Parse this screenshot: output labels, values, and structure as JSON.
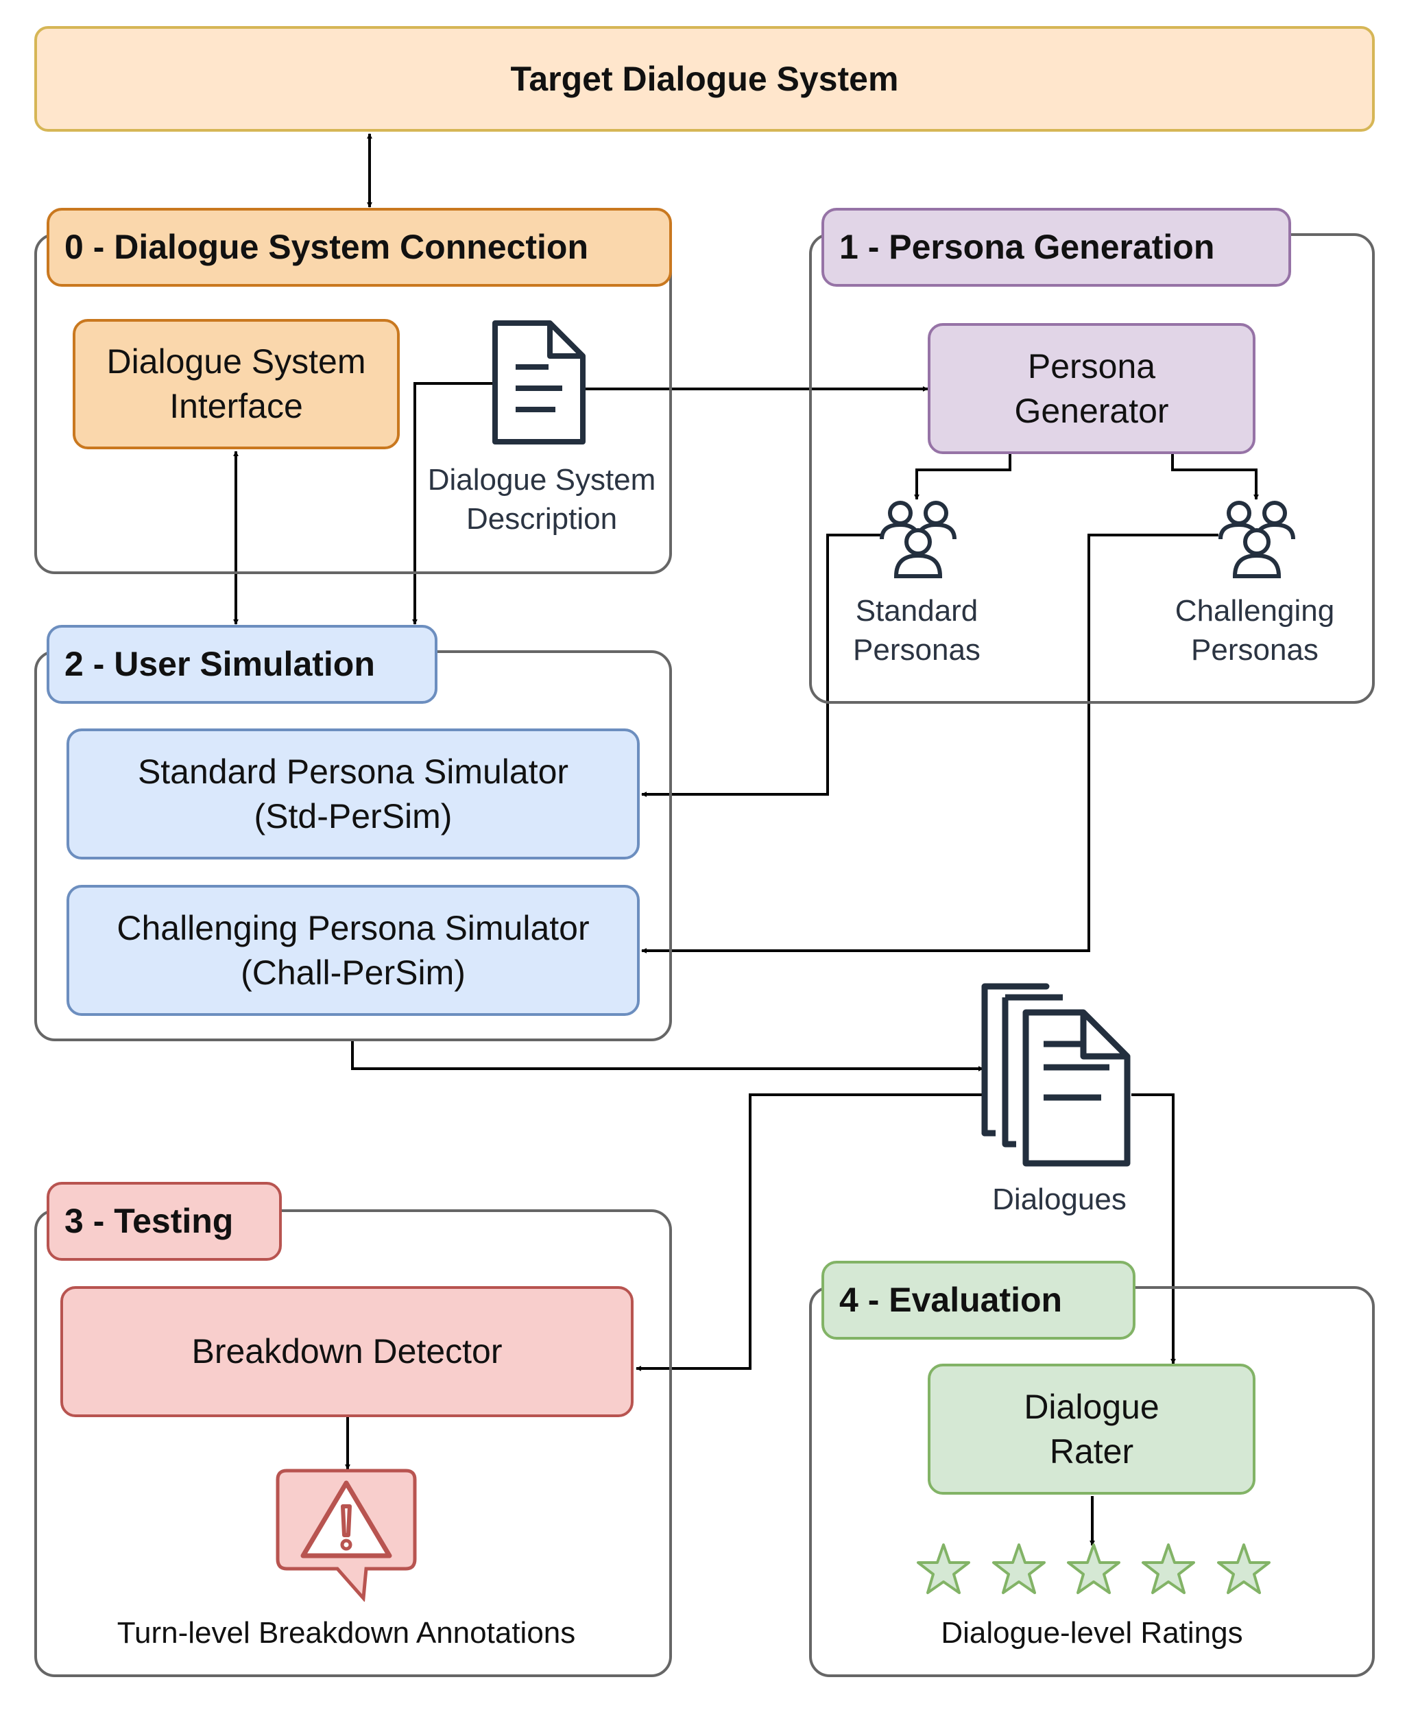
{
  "target": {
    "label": "Target Dialogue System"
  },
  "connection": {
    "header": "0 - Dialogue System Connection",
    "interface": "Dialogue System\nInterface",
    "description": "Dialogue System\nDescription"
  },
  "persona_generation": {
    "header": "1 - Persona Generation",
    "generator": "Persona\nGenerator",
    "standard": "Standard\nPersonas",
    "challenging": "Challenging\nPersonas"
  },
  "user_simulation": {
    "header": "2 - User Simulation",
    "std_sim": "Standard Persona Simulator\n(Std-PerSim)",
    "chall_sim": "Challenging Persona Simulator\n(Chall-PerSim)"
  },
  "dialogues": {
    "label": "Dialogues"
  },
  "testing": {
    "header": "3 - Testing",
    "detector": "Breakdown Detector",
    "annotations": "Turn-level Breakdown Annotations"
  },
  "evaluation": {
    "header": "4 - Evaluation",
    "rater": "Dialogue\nRater",
    "ratings": "Dialogue-level Ratings"
  },
  "colors": {
    "orange_fill": "#fad7ac",
    "orange_stroke": "#c9781f",
    "purple_fill": "#e1d5e7",
    "purple_stroke": "#9673a6",
    "blue_fill": "#dae8fc",
    "blue_stroke": "#6c8ebf",
    "red_fill": "#f8cecc",
    "red_stroke": "#b85450",
    "green_fill": "#d5e8d4",
    "green_stroke": "#82b366",
    "target_fill": "#ffe6cc",
    "target_stroke": "#d6b656",
    "icon": "#232f3e"
  },
  "icons": [
    "document-icon",
    "users-icon",
    "documents-stack-icon",
    "warning-icon",
    "star-icon"
  ]
}
